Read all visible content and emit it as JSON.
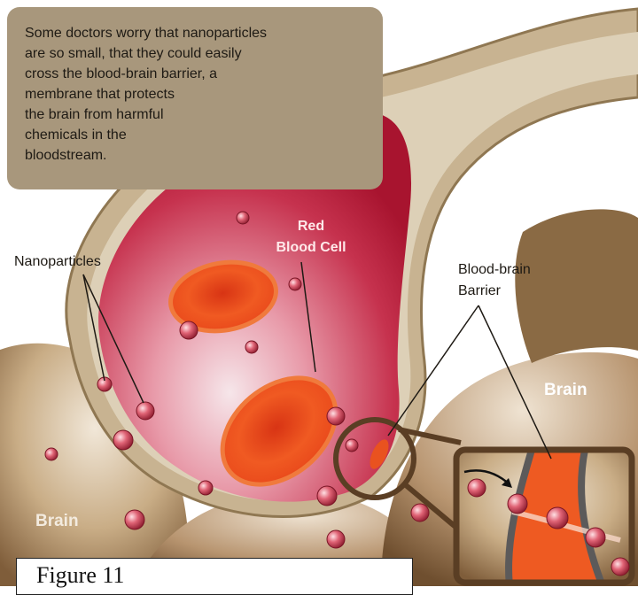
{
  "note": {
    "text": "Some doctors worry that nanoparticles\nare so small, that they could easily\ncross the blood-brain barrier, a\nmembrane that protects\nthe brain from harmful\nchemicals in the\nbloodstream."
  },
  "labels": {
    "nanoparticles": "Nanoparticles",
    "red_blood_cell": "Red\nBlood Cell",
    "blood_brain_barrier": "Blood-brain\nBarrier",
    "brain_right": "Brain",
    "brain_left": "Brain"
  },
  "caption": {
    "text": "Figure 11"
  },
  "colors": {
    "note_bg": "#a8977c",
    "vessel_wall": "#c8b391",
    "blood": "#b51e3a",
    "red_cell": "#ef4e1d",
    "particle": "#c8344a",
    "brain_dark": "#8a6a44",
    "brain_light": "#e9dccb",
    "frame": "#5a3e24"
  }
}
